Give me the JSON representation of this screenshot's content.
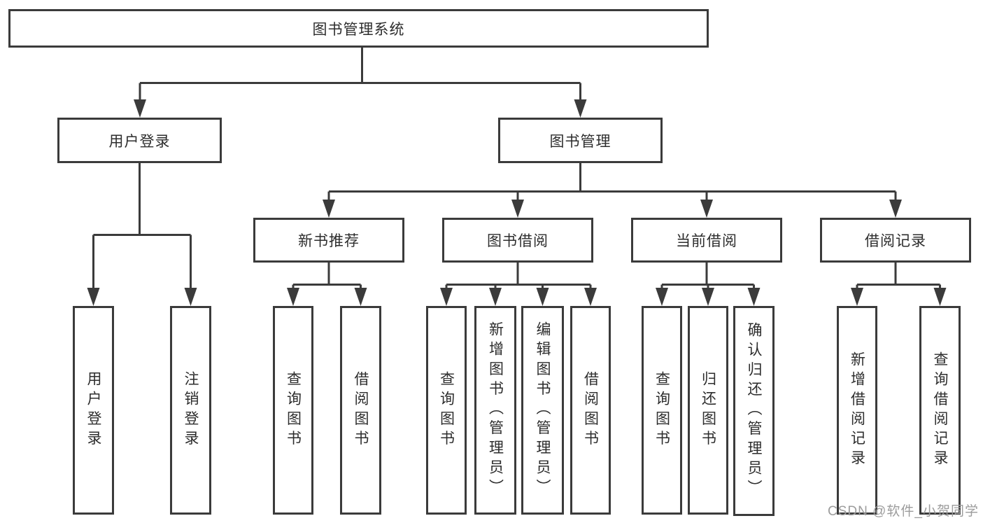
{
  "page": {
    "background": "#ffffff",
    "line_color": "#3b3b3b",
    "watermark": "CSDN @软件_小贺同学"
  },
  "nodes": [
    {
      "id": "root",
      "label": "图书管理系统",
      "parent": null
    },
    {
      "id": "user-login",
      "label": "用户登录",
      "parent": "root"
    },
    {
      "id": "book-management",
      "label": "图书管理",
      "parent": "root"
    },
    {
      "id": "new-book-recommend",
      "label": "新书推荐",
      "parent": "book-management"
    },
    {
      "id": "book-borrowing",
      "label": "图书借阅",
      "parent": "book-management"
    },
    {
      "id": "current-borrowing",
      "label": "当前借阅",
      "parent": "book-management"
    },
    {
      "id": "borrowing-records",
      "label": "借阅记录",
      "parent": "book-management"
    },
    {
      "id": "user-login-action",
      "label": "用户登录",
      "parent": "user-login"
    },
    {
      "id": "logout-action",
      "label": "注销登录",
      "parent": "user-login"
    },
    {
      "id": "query-books-recommend",
      "label": "查询图书",
      "parent": "new-book-recommend"
    },
    {
      "id": "borrow-books-recommend",
      "label": "借阅图书",
      "parent": "new-book-recommend"
    },
    {
      "id": "query-books-borrowing",
      "label": "查询图书",
      "parent": "book-borrowing"
    },
    {
      "id": "add-books-admin",
      "label": "新增图书（管理员）",
      "parent": "book-borrowing"
    },
    {
      "id": "edit-books-admin",
      "label": "编辑图书（管理员）",
      "parent": "book-borrowing"
    },
    {
      "id": "borrow-books-borrowing",
      "label": "借阅图书",
      "parent": "book-borrowing"
    },
    {
      "id": "query-books-current",
      "label": "查询图书",
      "parent": "current-borrowing"
    },
    {
      "id": "return-books",
      "label": "归还图书",
      "parent": "current-borrowing"
    },
    {
      "id": "confirm-return-admin",
      "label": "确认归还（管理员）",
      "parent": "current-borrowing"
    },
    {
      "id": "add-borrow-record",
      "label": "新增借阅记录",
      "parent": "borrowing-records"
    },
    {
      "id": "query-borrow-record",
      "label": "查询借阅记录",
      "parent": "borrowing-records"
    }
  ]
}
